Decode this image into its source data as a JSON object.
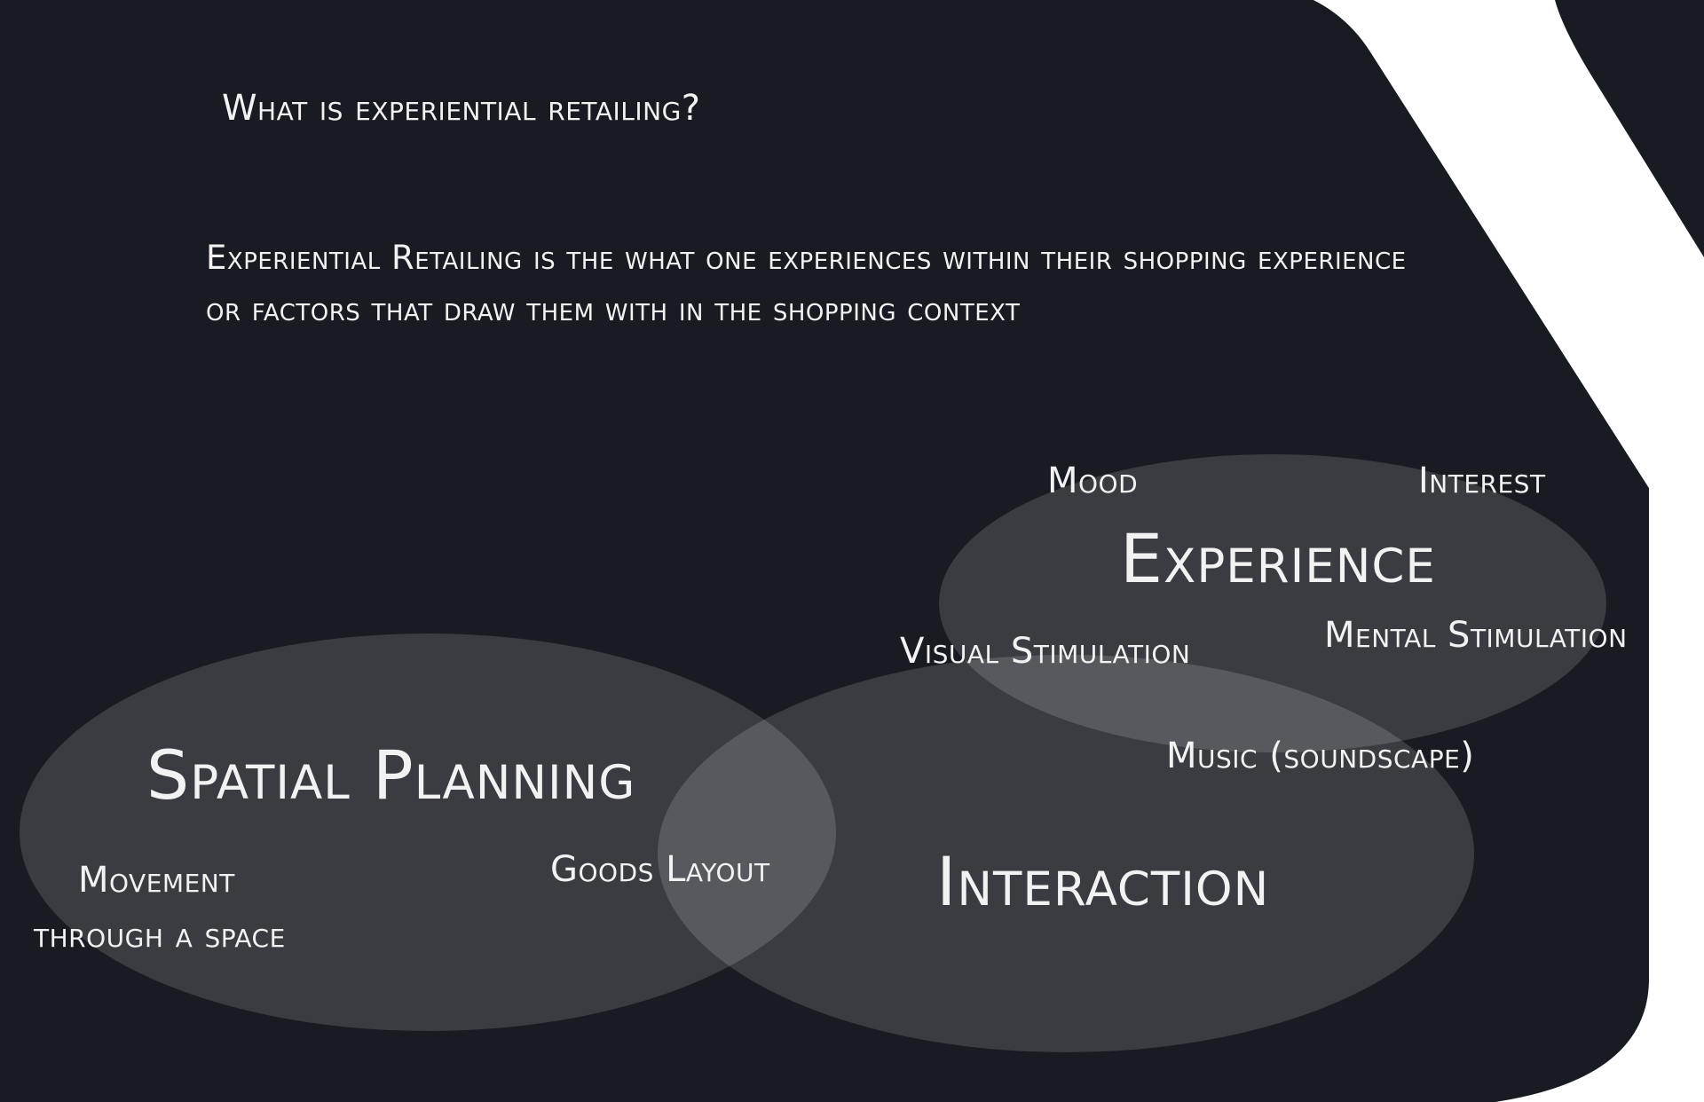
{
  "question": "What is experiential retailing?",
  "definition": {
    "line1": "Experiential Retailing is the what one experiences within their shopping experience",
    "line2": "or factors that draw them with in the shopping context"
  },
  "circles": {
    "experience": "Experience",
    "spatial_planning": "Spatial Planning",
    "interaction": "Interaction"
  },
  "labels": {
    "mood": "Mood",
    "interest": "Interest",
    "visual_stimulation": "Visual Stimulation",
    "mental_stimulation": "Mental Stimulation",
    "music": "Music (soundscape)",
    "goods_layout": "Goods Layout",
    "movement_line1": "Movement",
    "movement_line2": "through a space"
  },
  "colors": {
    "background": "#181b22",
    "page": "#ffffff",
    "ellipse_fill": "#ffffff",
    "text": "#f2f2f2"
  }
}
